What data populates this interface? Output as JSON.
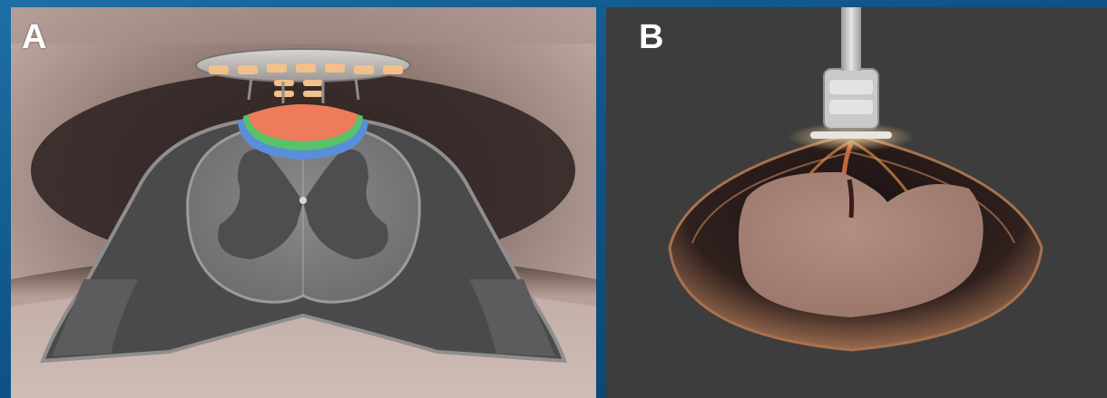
{
  "panels": [
    {
      "label": "A",
      "description_icon": "spinal-cord-cross-section-with-electrode-array"
    },
    {
      "label": "B",
      "description_icon": "electrode-field-simulation-model"
    }
  ],
  "colors": {
    "frame_blue": "#0f5689",
    "panel_a_bg": "#8a7670",
    "panel_b_bg": "#3d3d3d",
    "electrode_contact": "#f2c08a",
    "field_red": "#ee7b5c",
    "field_green": "#57c26a",
    "field_blue": "#5a8fd8",
    "tissue_pink": "#a88a80"
  }
}
